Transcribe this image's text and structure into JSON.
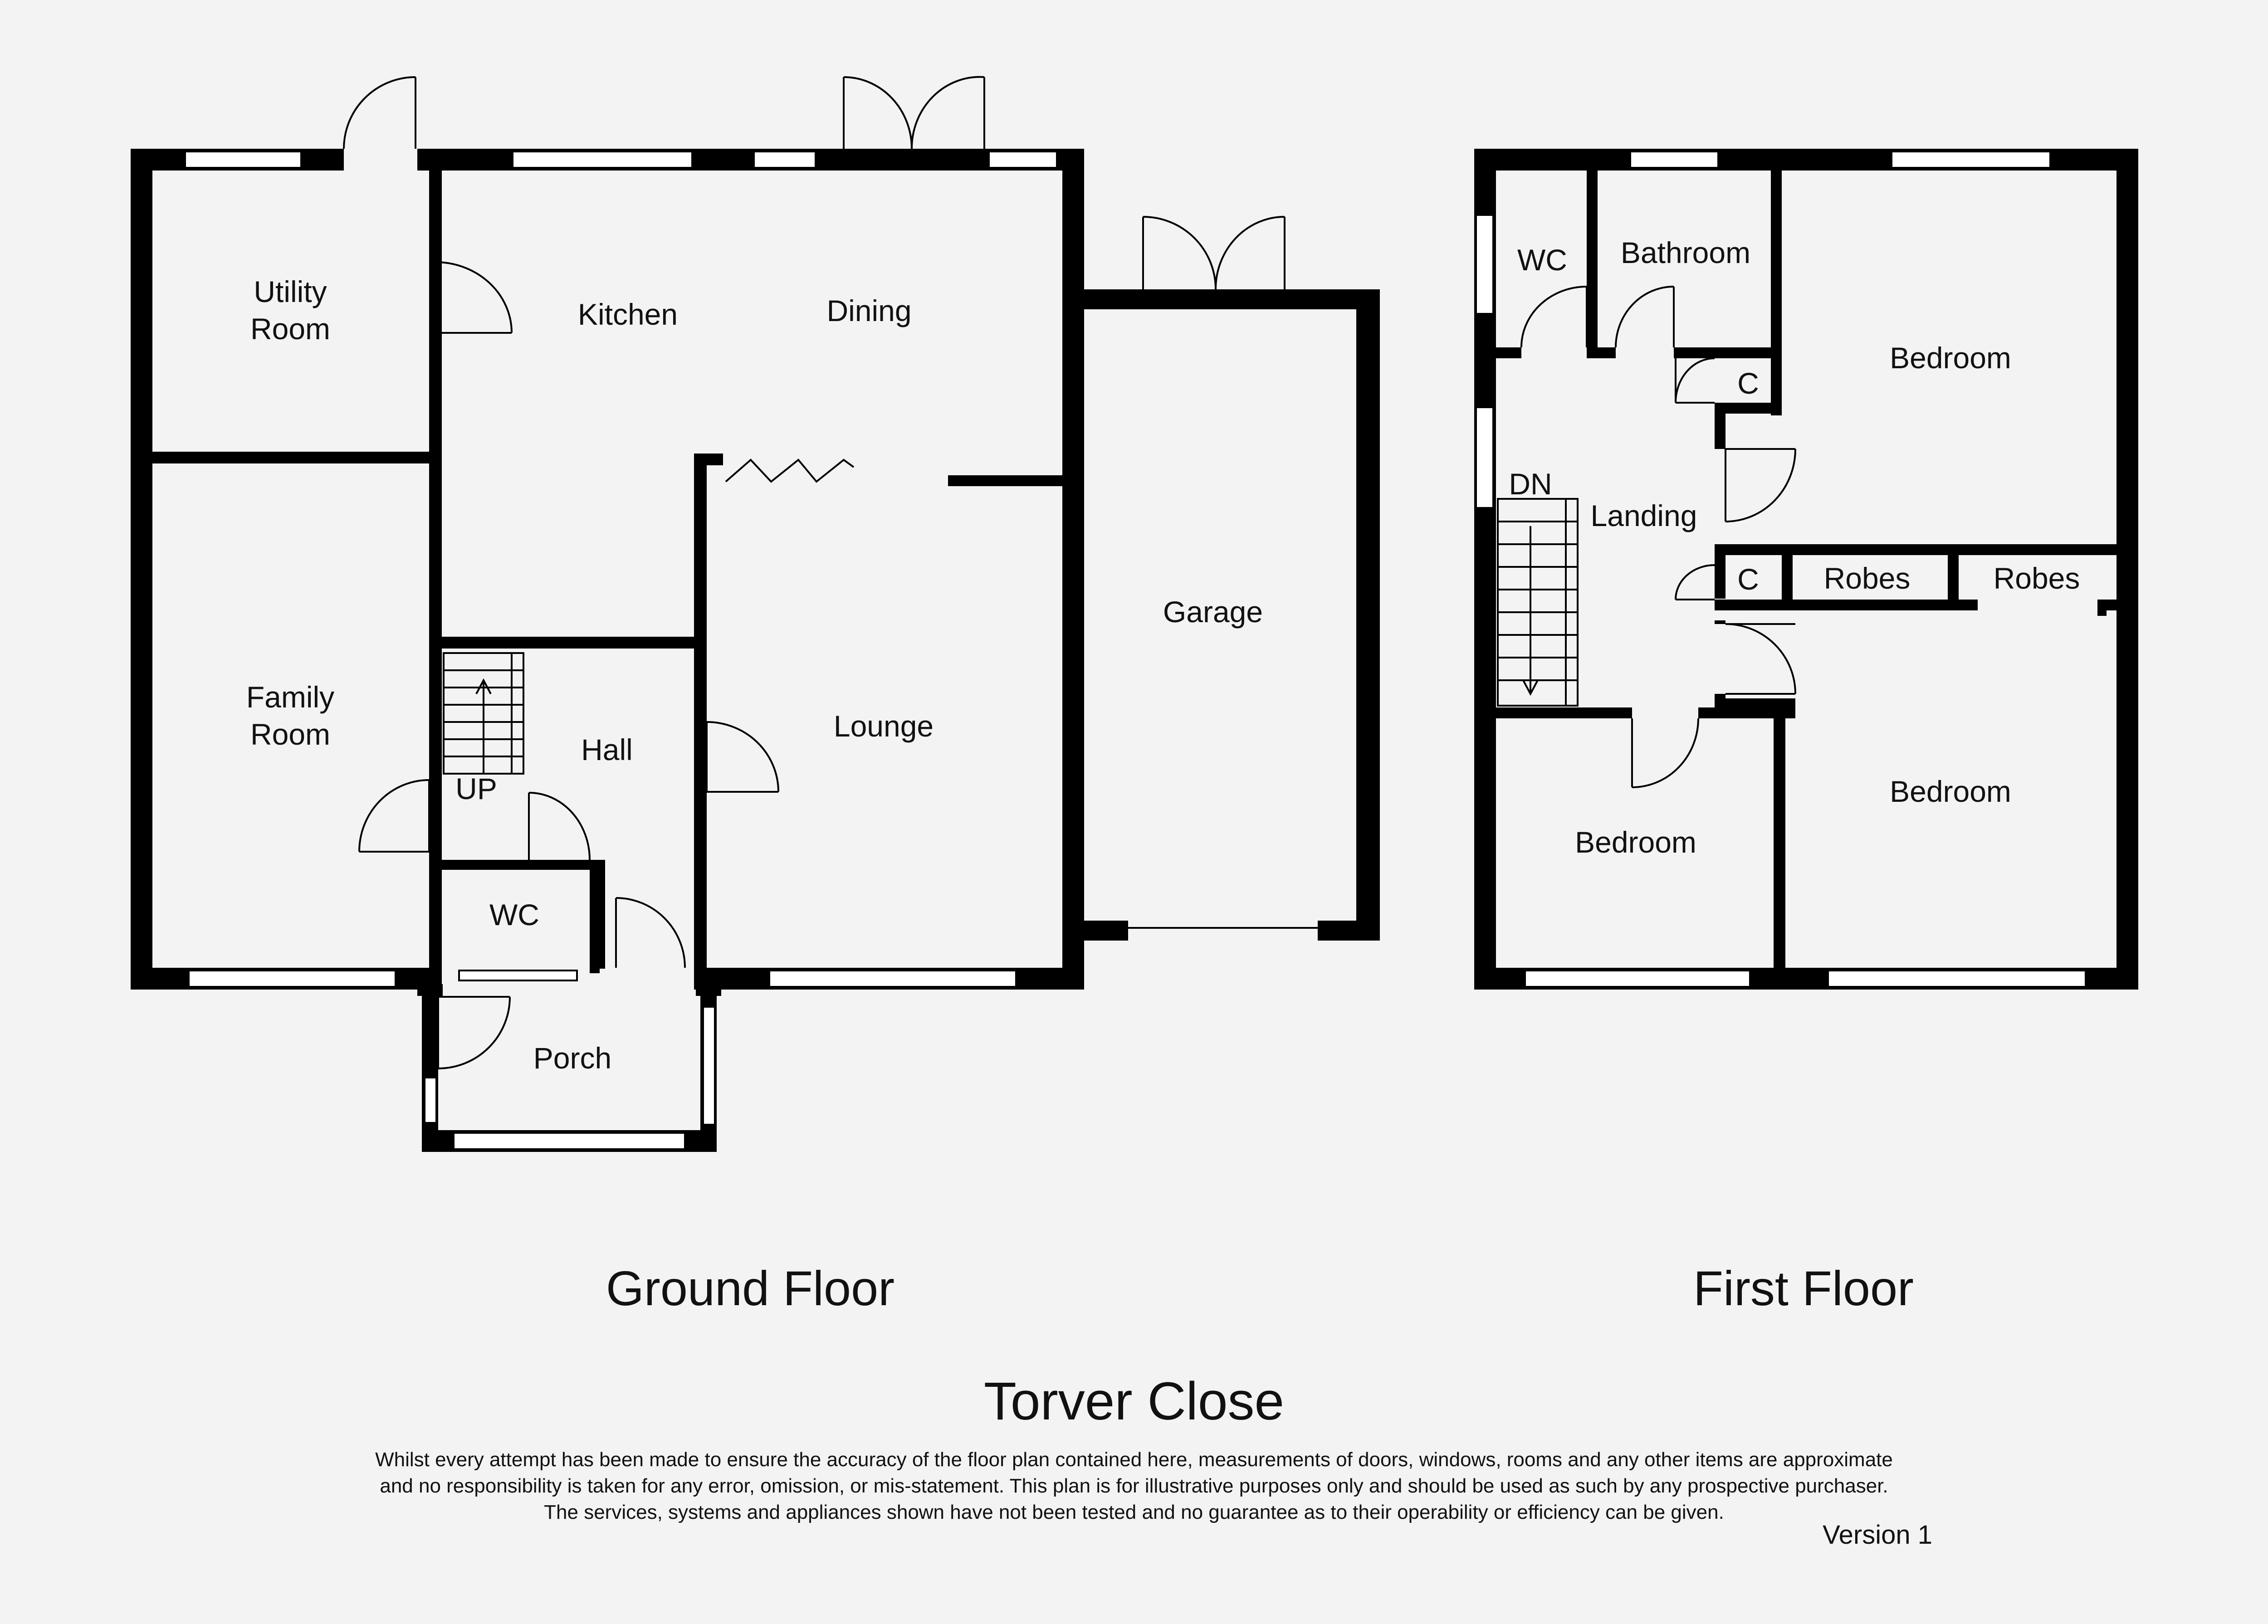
{
  "floors": {
    "ground": {
      "label": "Ground Floor",
      "rooms": {
        "utility_line1": "Utility",
        "utility_line2": "Room",
        "kitchen": "Kitchen",
        "dining": "Dining",
        "family_line1": "Family",
        "family_line2": "Room",
        "hall": "Hall",
        "lounge": "Lounge",
        "garage": "Garage",
        "wc": "WC",
        "porch": "Porch",
        "stairs_up": "UP"
      }
    },
    "first": {
      "label": "First Floor",
      "rooms": {
        "wc": "WC",
        "bathroom": "Bathroom",
        "bedroom_1": "Bedroom",
        "cupboard_1": "C",
        "stairs_down": "DN",
        "landing": "Landing",
        "cupboard_2": "C",
        "robes_1": "Robes",
        "robes_2": "Robes",
        "bedroom_2": "Bedroom",
        "bedroom_3": "Bedroom"
      }
    }
  },
  "property_name": "Torver Close",
  "disclaimer": {
    "line1": "Whilst every attempt has been made to ensure the accuracy of the floor plan contained here, measurements of doors, windows, rooms and any other items are approximate",
    "line2": "and no responsibility is taken for any error, omission, or mis-statement. This plan is for illustrative purposes only and should be used as such by any prospective purchaser.",
    "line3": "The services, systems and appliances shown have not been tested and no guarantee as to their operability or efficiency can be given."
  },
  "version": "Version 1"
}
